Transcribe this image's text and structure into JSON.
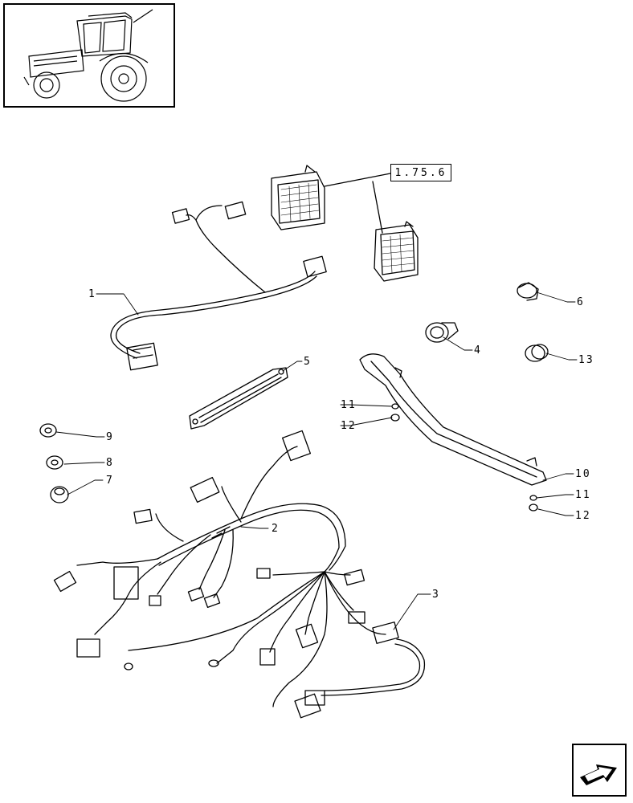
{
  "reference_label": "1.75.6",
  "callouts": {
    "c1": "1",
    "c2": "2",
    "c3": "3",
    "c4": "4",
    "c5": "5",
    "c6": "6",
    "c7": "7",
    "c8": "8",
    "c9": "9",
    "c10": "10",
    "c11a": "11",
    "c12a": "12",
    "c11b": "11",
    "c12b": "12",
    "c13": "13"
  },
  "icons": {
    "thumbnail": "tractor-thumbnail-icon",
    "navigation": "next-page-arrow-icon"
  }
}
